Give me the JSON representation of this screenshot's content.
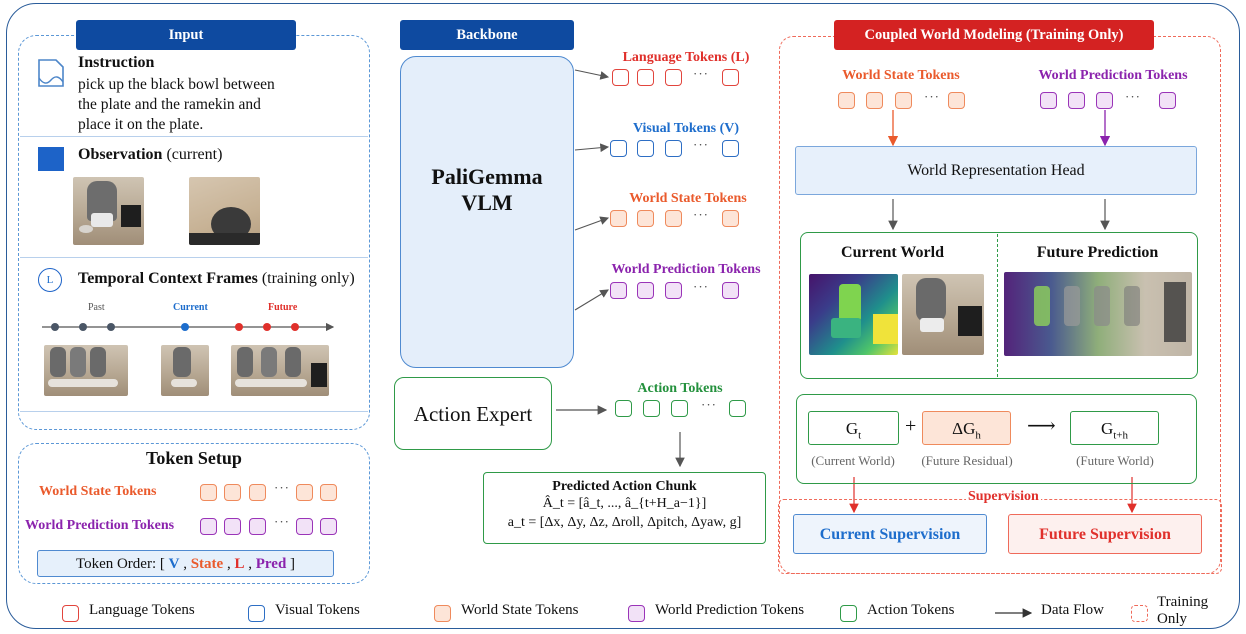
{
  "input": {
    "header": "Input",
    "instruction_title": "Instruction",
    "instruction_lines": [
      "pick up the black bowl between",
      "the plate and the ramekin and",
      "place it on the plate."
    ],
    "observation_title": "Observation",
    "observation_suffix": " (current)",
    "temporal_icon_letter": "L",
    "temporal_title": "Temporal Context Frames",
    "temporal_suffix": " (training only)",
    "timeline_past": "Past",
    "timeline_current": "Current",
    "timeline_future": "Future"
  },
  "token_setup": {
    "title": "Token Setup",
    "world_state": "World State Tokens",
    "world_pred": "World Prediction Tokens",
    "order_prefix": "Token Order: [ ",
    "order_v": "V",
    "order_sep1": " , ",
    "order_state": "State",
    "order_sep2": " , ",
    "order_l": "L",
    "order_sep3": " , ",
    "order_pred": "Pred",
    "order_suffix": " ]"
  },
  "backbone": {
    "header": "Backbone",
    "vlm_line1": "PaliGemma",
    "vlm_line2": "VLM",
    "lang_tokens": "Language Tokens (L)",
    "visual_tokens": "Visual Tokens (V)",
    "ws_tokens": "World State Tokens",
    "wp_tokens": "World Prediction Tokens",
    "action_expert": "Action Expert",
    "action_tokens": "Action Tokens",
    "chunk_title": "Predicted Action Chunk",
    "chunk_line1": "Â_t = [â_t, ..., â_{t+H_a−1}]",
    "chunk_line2": "a_t = [Δx, Δy, Δz, Δroll, Δpitch, Δyaw, g]"
  },
  "cwm": {
    "header": "Coupled World Modeling (Training Only)",
    "ws_tokens": "World State Tokens",
    "wp_tokens": "World Prediction Tokens",
    "head": "World Representation Head",
    "current_world": "Current World",
    "future_prediction": "Future Prediction",
    "gt": "G",
    "gt_sub": "t",
    "plus": "+",
    "dgh": "ΔG",
    "dgh_sub": "h",
    "arrow": "⟶",
    "gth": "G",
    "gth_sub": "t+h",
    "gt_caption": "(Current World)",
    "dgh_caption": "(Future Residual)",
    "gth_caption": "(Future World)",
    "supervision": "Supervision",
    "current_sup": "Current Supervision",
    "future_sup": "Future Supervision"
  },
  "ellipsis": "···",
  "legend": {
    "language": "Language Tokens",
    "visual": "Visual Tokens",
    "world_state": "World State Tokens",
    "world_pred": "World Prediction Tokens",
    "action": "Action Tokens",
    "data_flow": "Data Flow",
    "training_line1": "Training",
    "training_line2": "Only"
  },
  "colors": {
    "header_blue": "#0e4aa0",
    "header_red": "#d42222",
    "language": "#e2453d",
    "visual": "#2d6ec4",
    "world_state": "#ef8a5c",
    "world_pred": "#9a34b8",
    "action": "#2f9a48"
  }
}
